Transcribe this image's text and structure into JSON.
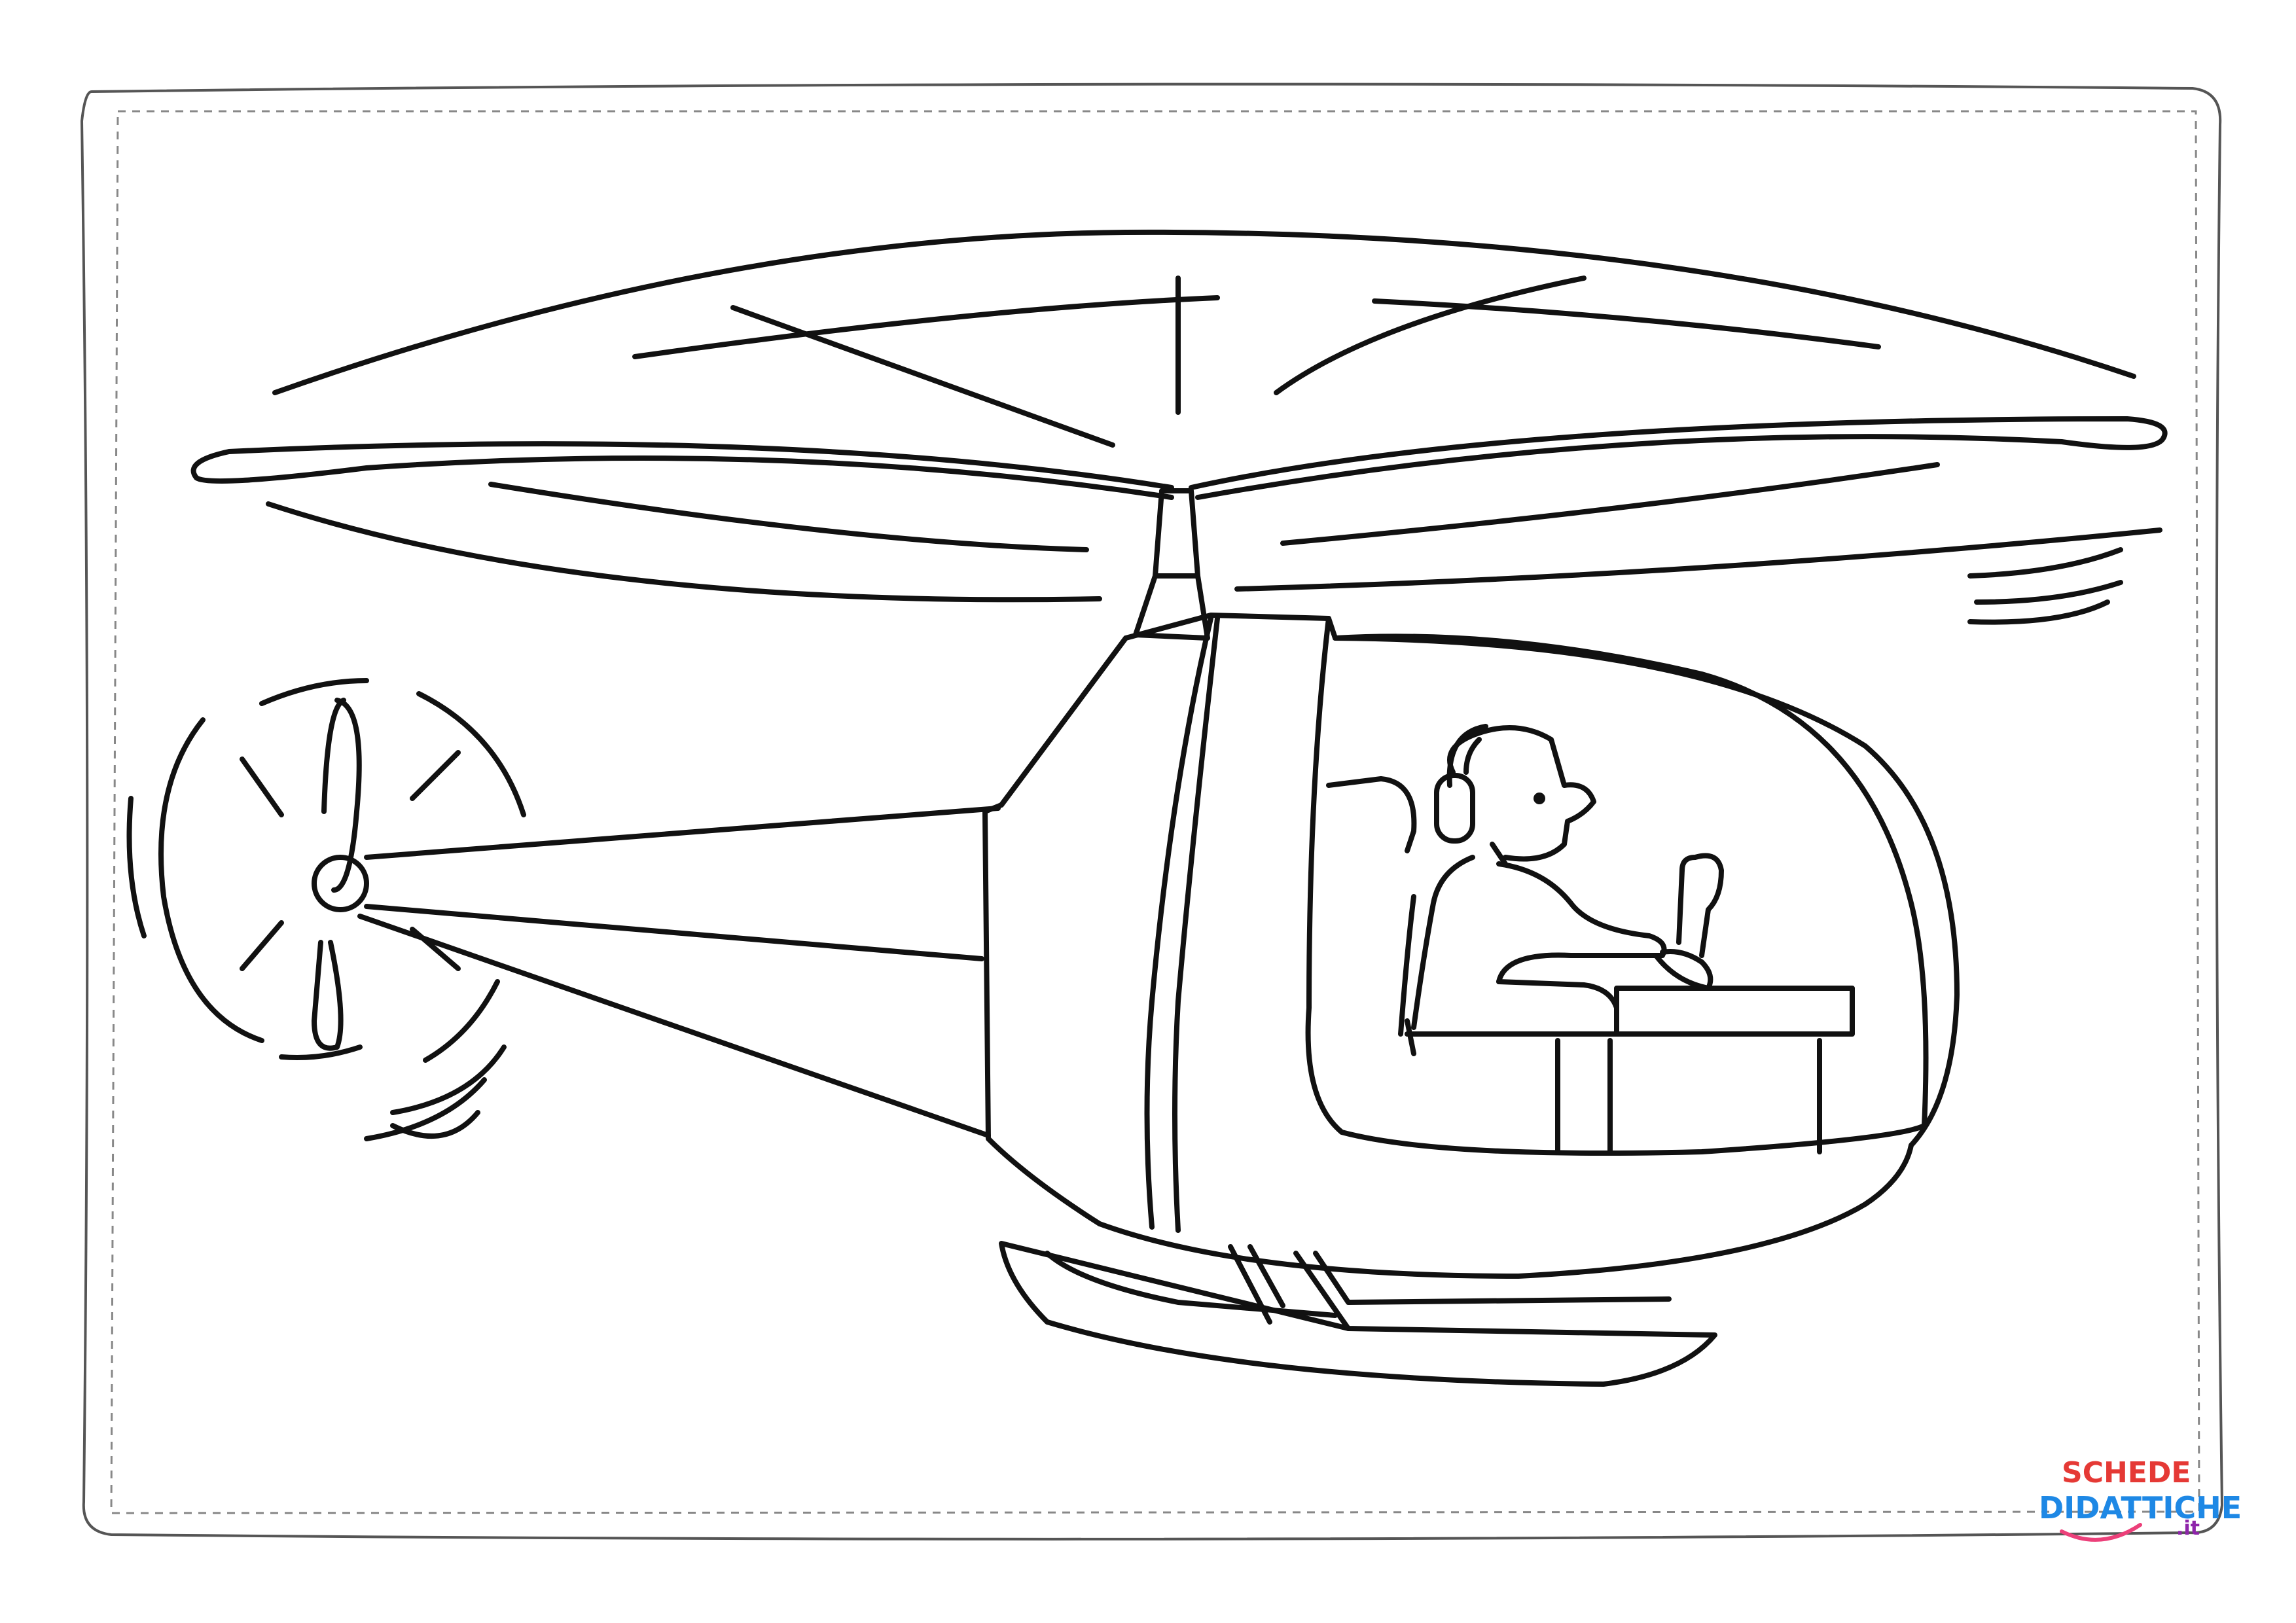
{
  "worksheet": {
    "subject": "helicopter with pilot coloring page",
    "ink_color": "#111111",
    "paper_color": "#ffffff",
    "border_color": "#888888"
  },
  "logo": {
    "line1": "SCHEDE",
    "line2": "DIDATTICHE",
    "suffix": ".it",
    "colors": [
      "#e53935",
      "#fb8c00",
      "#fdd835",
      "#43a047",
      "#1e88e5",
      "#8e24aa",
      "#ec407a"
    ]
  },
  "icons": {
    "helicopter": "helicopter-drawing",
    "pilot": "pilot-figure"
  }
}
